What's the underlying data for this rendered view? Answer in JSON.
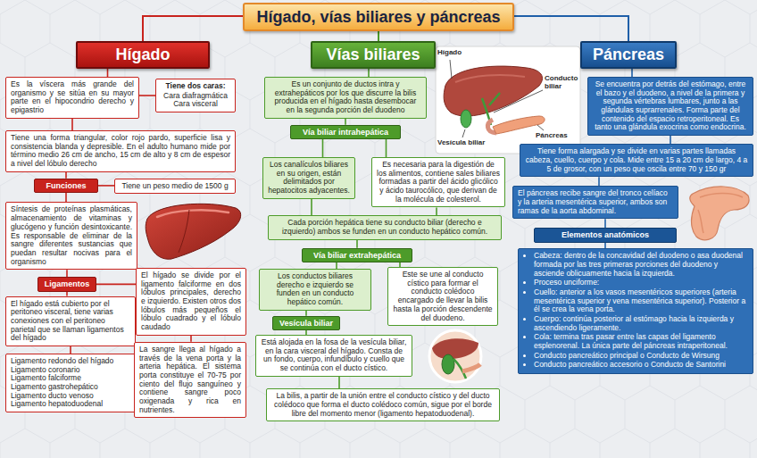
{
  "diagram": {
    "title": "Hígado, vías biliares y páncreas",
    "nodes": [
      {
        "text": [
          "Hígado"
        ]
      },
      {
        "text": [
          "Es la víscera más grande del organismo y se sitúa en su mayor parte en el hipocondrio derecho y epigastrio"
        ]
      },
      {
        "text": [
          "Tiene dos caras:",
          "Cara diafragmática Cara visceral"
        ]
      },
      {
        "text": [
          "Tiene una forma triangular, color rojo pardo, superficie lisa y consistencia blanda y depresible. En el adulto humano mide por término medio 26 cm de ancho, 15 cm de alto y 8 cm de espesor a nivel del lóbulo derecho"
        ]
      },
      {
        "text": [
          "Funciones"
        ]
      },
      {
        "text": [
          "Tiene un peso medio de 1500 g"
        ]
      },
      {
        "text": [
          "Síntesis de proteínas plasmáticas, almacenamiento de vitaminas y glucógeno y función desintoxicante. Es responsable de eliminar de la sangre diferentes sustancias que puedan resultar nocivas para el organismo"
        ]
      },
      {
        "text": [
          "Ligamentos"
        ]
      },
      {
        "text": [
          "El hígado está cubierto por el peritoneo visceral, tiene varias conexiones con el peritoneo parietal que se llaman ligamentos del hígado"
        ]
      },
      {
        "text": [
          "Ligamento redondo del hígado",
          "Ligamento coronario",
          "Ligamento falciforme",
          "Ligamento gastrohepático",
          "Ligamento ducto venoso",
          "Ligamento hepatoduodenal"
        ]
      },
      {
        "text": [
          "El hígado se divide por el ligamento falciforme en dos lóbulos principales, derecho e izquierdo. Existen otros dos lóbulos más pequeños el lóbulo cuadrado y el lóbulo caudado"
        ]
      },
      {
        "text": [
          "La sangre llega al hígado a través de la vena porta y la arteria hepática. El sistema porta constituye el 70-75 por ciento del flujo sanguíneo y contiene sangre poco oxigenada y rica en nutrientes."
        ]
      },
      {
        "text": [
          "Vías biliares"
        ]
      },
      {
        "text": [
          "Es un conjunto de ductos intra y extrahepáticos por los que discurre la bilis producida en el hígado hasta desembocar en la segunda porción del duodeno"
        ]
      },
      {
        "text": [
          "Vía biliar intrahepática"
        ]
      },
      {
        "text": [
          "Los canalículos biliares en su origen, están delimitados por hepatocitos adyacentes."
        ]
      },
      {
        "text": [
          "Es necesaria para la digestión de los alimentos, contiene sales biliares formadas a partir del ácido glicólico y ácido taurocólico, que derivan de la molécula de colesterol."
        ]
      },
      {
        "text": [
          "Cada porción hepática tiene su conducto biliar (derecho e izquierdo) ambos se funden en un conducto hepático común."
        ]
      },
      {
        "text": [
          "Vía biliar extrahepática"
        ]
      },
      {
        "text": [
          "Los conductos biliares derecho e izquierdo se funden en un conducto hepático común."
        ]
      },
      {
        "text": [
          "Este se une al conducto cístico para formar el conducto colédoco encargado de llevar la bilis hasta la porción descendente del duodeno."
        ]
      },
      {
        "text": [
          "Vesícula biliar"
        ]
      },
      {
        "text": [
          "Está alojada en la fosa de la vesícula biliar, en la cara visceral del hígado. Consta de un fondo, cuerpo, infundíbulo y cuello que se continúa con el ducto cístico."
        ]
      },
      {
        "text": [
          "La bilis, a partir de la unión entre el conducto cístico y del ducto colédoco que forma el ducto colédoco común, sigue por el borde libre del momento menor (ligamento hepatoduodenal)."
        ]
      },
      {
        "text": [
          "Páncreas"
        ]
      },
      {
        "text": [
          "Se encuentra por detrás del estómago, entre el bazo y el duodeno, a nivel de la primera y segunda vértebras lumbares, junto a las glándulas suprarrenales. Forma parte del contenido del espacio retroperitoneal. Es tanto una glándula exocrina como endocrina."
        ]
      },
      {
        "text": [
          "Tiene forma alargada y se divide en varias partes llamadas cabeza, cuello, cuerpo y cola. Mide entre 15 a 20 cm de largo, 4 a 5 de grosor, con un peso que oscila entre 70 y 150 gr"
        ]
      },
      {
        "text": [
          "El páncreas recibe sangre del tronco celíaco y la arteria mesentérica superior, ambos son ramas de la aorta abdominal."
        ]
      },
      {
        "text": [
          "Elementos anatómicos"
        ]
      },
      {
        "text": [
          "Cabeza: dentro de la concavidad del duodeno o asa duodenal formada por las tres primeras porciones del duodeno y asciende oblicuamente hacia la izquierda.",
          "Proceso unciforme:",
          "Cuello: anterior a los vasos mesentéricos superiores (arteria mesentérica superior y vena mesentérica superior). Posterior a él se crea la vena porta.",
          "Cuerpo: continúa posterior al estómago hacia la izquierda y ascendiendo ligeramente.",
          "Cola: termina tras pasar entre las capas del ligamento esplenorenal. La única parte del páncreas intraperitoneal.",
          "Conducto pancreático principal o Conducto de Wirsung",
          "Conducto pancreático accesorio o Conducto de Santorini"
        ]
      }
    ],
    "edges": [
      {
        "from": 0,
        "to": 1,
        "arrow": "none"
      },
      {
        "from": 1,
        "to": 2,
        "arrow": "none"
      },
      {
        "from": 1,
        "to": 3,
        "arrow": "none"
      },
      {
        "from": 3,
        "to": 4,
        "arrow": "none"
      },
      {
        "from": 4,
        "to": 5,
        "arrow": "none"
      },
      {
        "from": 4,
        "to": 6,
        "arrow": "none"
      },
      {
        "from": 6,
        "to": 7,
        "arrow": "none"
      },
      {
        "from": 7,
        "to": 8,
        "arrow": "none"
      },
      {
        "from": 7,
        "to": 10,
        "arrow": "none"
      },
      {
        "from": 8,
        "to": 9,
        "arrow": "none"
      },
      {
        "from": 10,
        "to": 11,
        "arrow": "none"
      },
      {
        "from": 12,
        "to": 13,
        "arrow": "none"
      },
      {
        "from": 13,
        "to": 14,
        "arrow": "none"
      },
      {
        "from": 14,
        "to": 15,
        "arrow": "none"
      },
      {
        "from": 14,
        "to": 16,
        "arrow": "none"
      },
      {
        "from": 15,
        "to": 17,
        "arrow": "none"
      },
      {
        "from": 16,
        "to": 17,
        "arrow": "none"
      },
      {
        "from": 17,
        "to": 18,
        "arrow": "none"
      },
      {
        "from": 18,
        "to": 19,
        "arrow": "none"
      },
      {
        "from": 18,
        "to": 20,
        "arrow": "none"
      },
      {
        "from": 19,
        "to": 21,
        "arrow": "none"
      },
      {
        "from": 21,
        "to": 22,
        "arrow": "none"
      },
      {
        "from": 22,
        "to": 23,
        "arrow": "none"
      },
      {
        "from": 24,
        "to": 25,
        "arrow": "none"
      },
      {
        "from": 25,
        "to": 26,
        "arrow": "none"
      },
      {
        "from": 26,
        "to": 27,
        "arrow": "none"
      },
      {
        "from": 27,
        "to": 28,
        "arrow": "none"
      },
      {
        "from": 28,
        "to": 29,
        "arrow": "none"
      }
    ],
    "labels": [
      "Hígado",
      "Conducto biliar",
      "Vesícula biliar",
      "Páncreas"
    ]
  }
}
